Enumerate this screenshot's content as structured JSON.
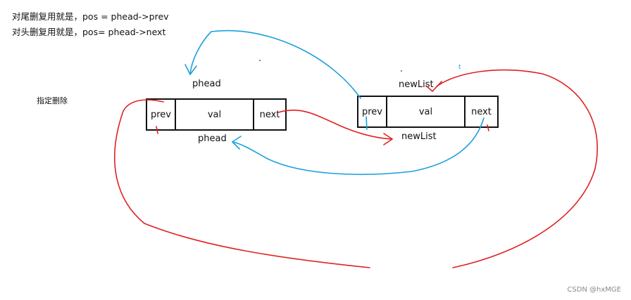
{
  "notes": {
    "line1": "对尾删复用就是，pos = phead->prev",
    "line2": "对头删复用就是，pos= phead->next",
    "specified_delete": "指定删除"
  },
  "node_left": {
    "prev": "prev",
    "val": "val",
    "next": "next",
    "label_above": "phead",
    "label_below": "phead"
  },
  "node_right": {
    "prev": "prev",
    "val": "val",
    "next": "next",
    "label_above": "newList",
    "label_below": "newList"
  },
  "watermark": "CSDN @hxMGE",
  "colors": {
    "blue_arrow": "#1aa0dc",
    "red_arrow": "#e02020",
    "node_border": "#111111",
    "watermark": "#8a8a8a"
  }
}
